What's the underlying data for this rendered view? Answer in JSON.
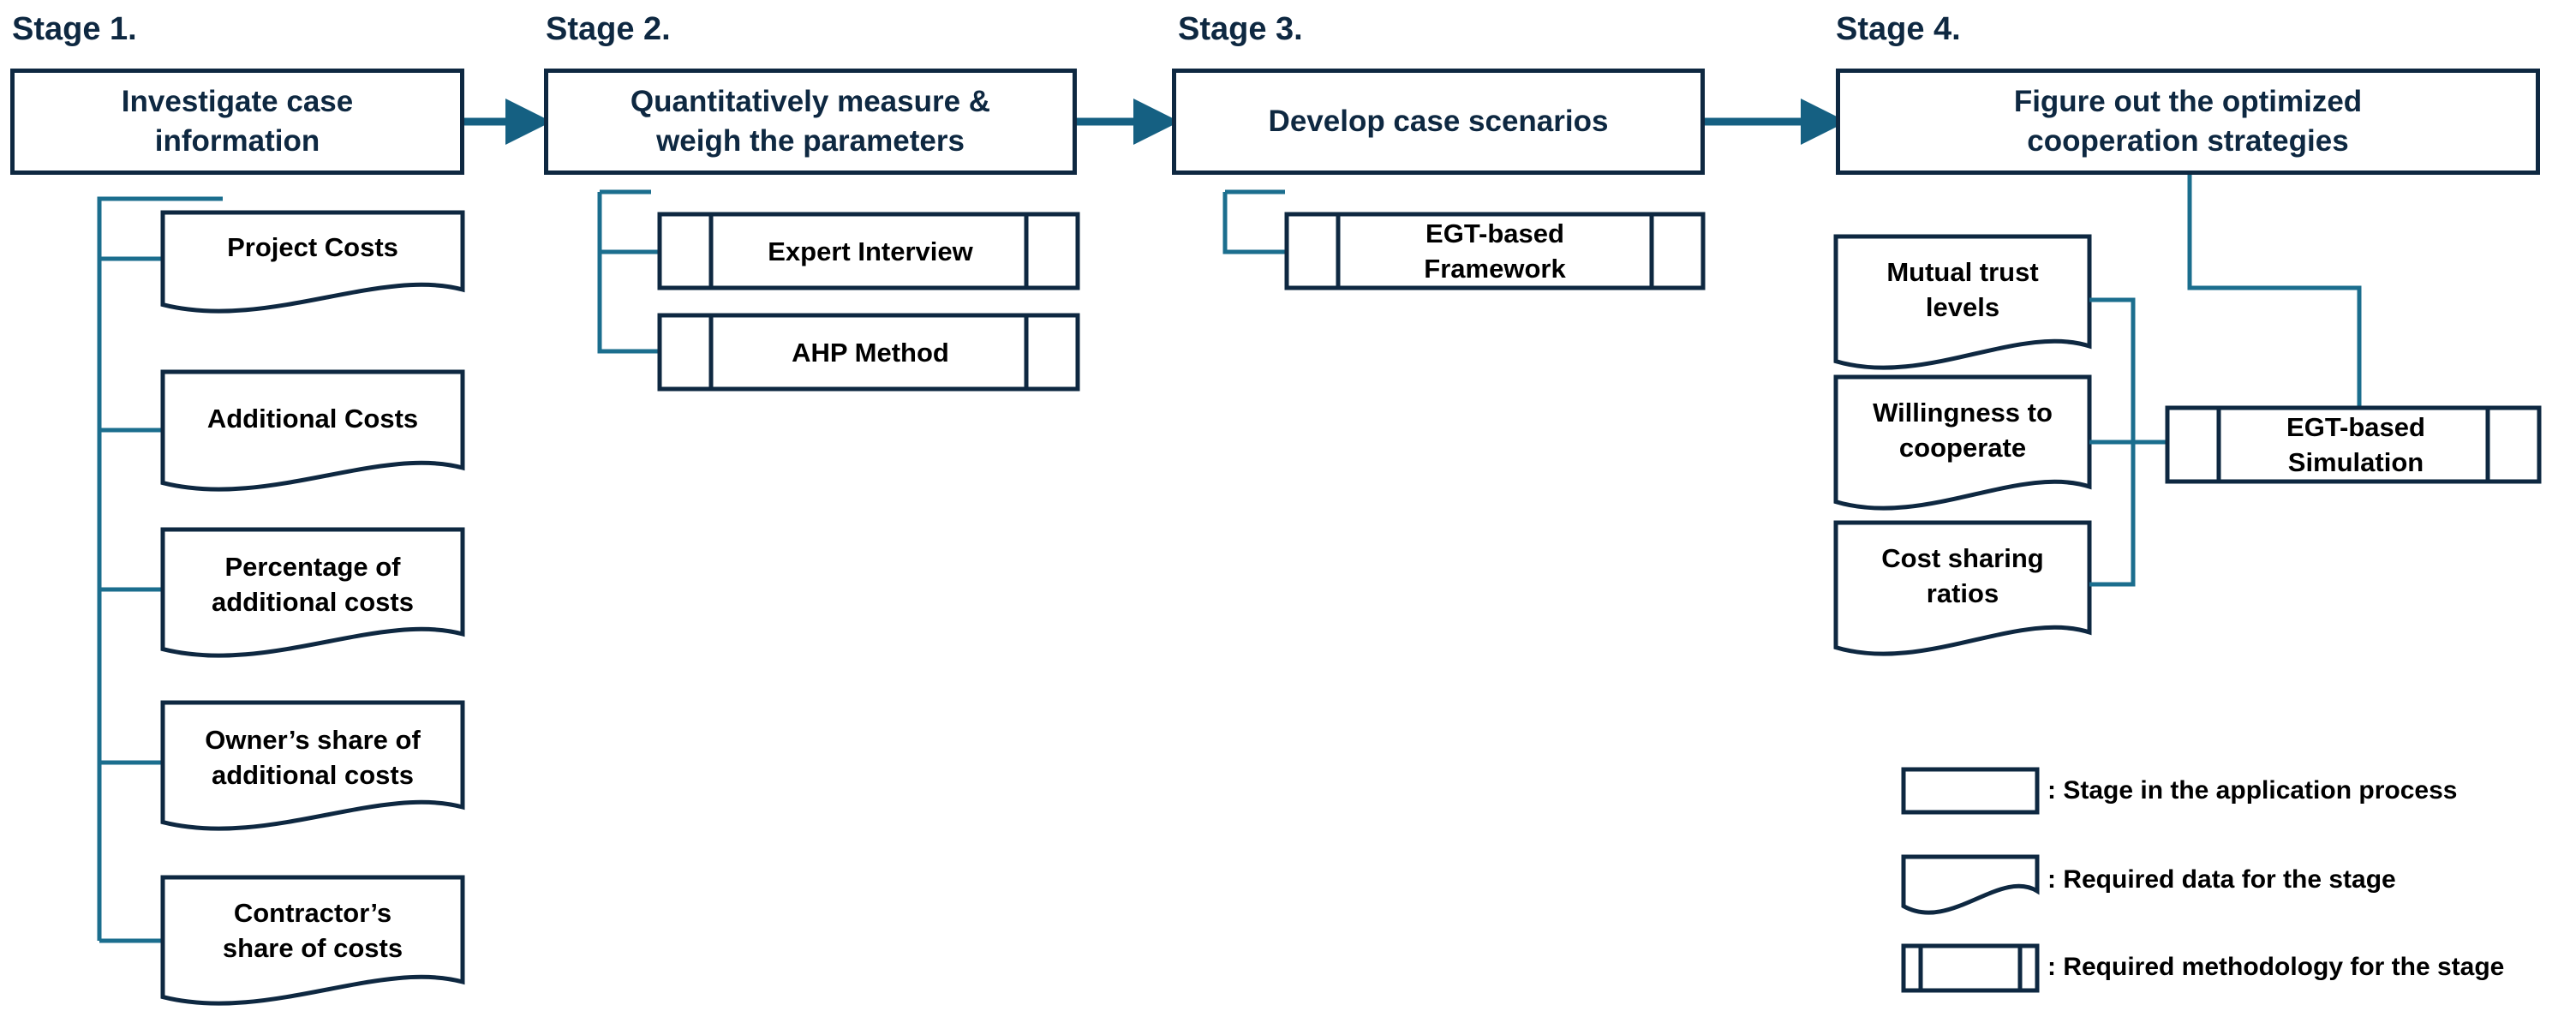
{
  "stages": [
    {
      "title": "Stage 1.",
      "box": [
        "Investigate case",
        "information"
      ]
    },
    {
      "title": "Stage 2.",
      "box": [
        "Quantitatively measure &",
        "weigh the parameters"
      ]
    },
    {
      "title": "Stage 3.",
      "box": [
        "Develop case scenarios"
      ]
    },
    {
      "title": "Stage  4.",
      "box": [
        "Figure out the optimized",
        "cooperation strategies"
      ]
    }
  ],
  "stage1_data": [
    [
      "Project Costs"
    ],
    [
      "Additional Costs"
    ],
    [
      "Percentage of",
      "additional costs"
    ],
    [
      "Owner’s share of",
      "additional costs"
    ],
    [
      "Contractor’s",
      "share of costs"
    ]
  ],
  "stage2_methods": [
    [
      "Expert Interview"
    ],
    [
      "AHP Method"
    ]
  ],
  "stage3_methods": [
    [
      "EGT-based",
      "Framework"
    ]
  ],
  "stage4_data": [
    [
      "Mutual trust",
      "levels"
    ],
    [
      "Willingness to",
      "cooperate"
    ],
    [
      "Cost sharing",
      "ratios"
    ]
  ],
  "stage4_methods": [
    [
      "EGT-based",
      "Simulation"
    ]
  ],
  "legend": [
    ": Stage in the application process",
    ": Required data for the stage",
    ": Required methodology for the stage"
  ],
  "colors": {
    "box_stroke": "#0e2841",
    "connector": "#1b6e8e",
    "arrow": "#156082",
    "title": "#0e2841"
  }
}
